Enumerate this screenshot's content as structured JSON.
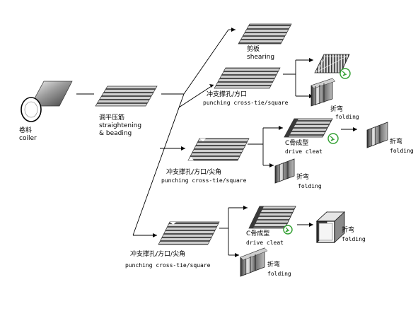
{
  "labels": {
    "coiler_cn": "卷料",
    "coiler_en": "coiler",
    "straighten_cn": "调平压筋",
    "straighten_en1": "straightening",
    "straighten_en2": "& beading",
    "shear_cn": "剪板",
    "shear_en": "shearing",
    "punch1_cn": "冲支撑孔/方口",
    "punch1_en": "punching cross-tie/square",
    "fold1_cn": "折弯",
    "fold1_en": "folding",
    "punch2_cn": "冲支撑孔/方口/尖角",
    "punch2_en": "punching cross-tie/square",
    "drive1_cn": "C骨成型",
    "drive1_en": "drive cleat",
    "fold2_cn": "折弯",
    "fold2_en": "folding",
    "fold3_cn": "折弯",
    "fold3_en": "folding",
    "punch3_cn": "冲支撑孔/方口/尖角",
    "punch3_en": "punching cross-tie/square",
    "drive2_cn": "C骨成型",
    "drive2_en": "drive cleat",
    "fold4_cn": "折弯",
    "fold4_en": "folding",
    "fold5_cn": "折弯",
    "fold5_en": "folding"
  },
  "colors": {
    "line": "#000000",
    "sheet_dark": "#4a4a4a",
    "sheet_light": "#d8d8d8",
    "marker": "#2e9e2e"
  }
}
